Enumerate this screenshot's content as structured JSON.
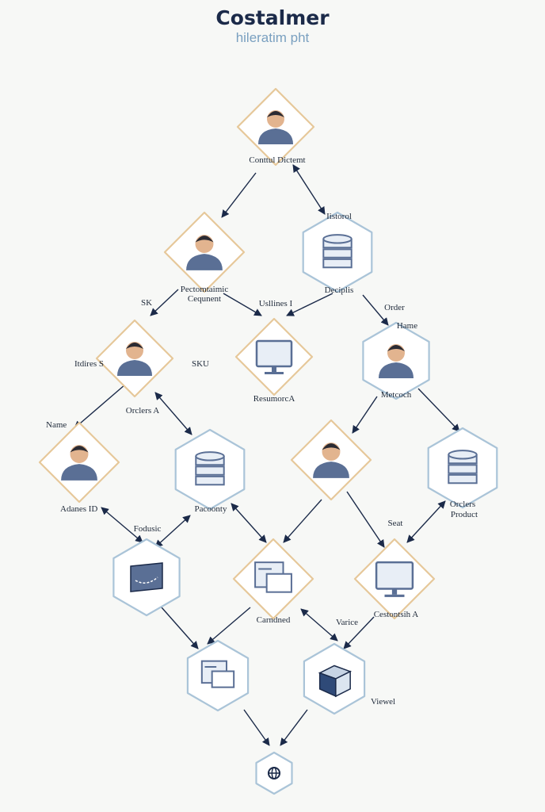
{
  "header": {
    "title": "Costalmer",
    "subtitle": "hileratim pht"
  },
  "colors": {
    "person_border": "#e6c89a",
    "data_border": "#aac4d8",
    "ink": "#1b2a49",
    "icon_blue": "#5a6f95",
    "icon_fill": "#e8eef6"
  },
  "nodes": [
    {
      "id": "n1",
      "kind": "diamond",
      "icon": "person-icon"
    },
    {
      "id": "n2",
      "kind": "diamond",
      "icon": "person-icon"
    },
    {
      "id": "n3",
      "kind": "hexagon",
      "icon": "database-icon"
    },
    {
      "id": "n4",
      "kind": "diamond",
      "icon": "person-icon"
    },
    {
      "id": "n5",
      "kind": "diamond",
      "icon": "monitor-icon"
    },
    {
      "id": "n6",
      "kind": "hexagon",
      "icon": "person-icon"
    },
    {
      "id": "n7",
      "kind": "diamond",
      "icon": "person-icon"
    },
    {
      "id": "n8",
      "kind": "hexagon",
      "icon": "database-icon"
    },
    {
      "id": "n9",
      "kind": "diamond",
      "icon": "person-icon"
    },
    {
      "id": "n10",
      "kind": "hexagon",
      "icon": "database-icon"
    },
    {
      "id": "n11",
      "kind": "hexagon",
      "icon": "tablet-icon"
    },
    {
      "id": "n12",
      "kind": "diamond",
      "icon": "windows-icon"
    },
    {
      "id": "n13",
      "kind": "diamond",
      "icon": "monitor-icon"
    },
    {
      "id": "n14",
      "kind": "hexagon",
      "icon": "windows-icon"
    },
    {
      "id": "n15",
      "kind": "hexagon",
      "icon": "cube-icon"
    },
    {
      "id": "n16",
      "kind": "hexagon",
      "icon": "globe-icon"
    }
  ],
  "labels": [
    {
      "id": "l1",
      "text": "Conttul Dictemt"
    },
    {
      "id": "l2",
      "text": "Iistorol"
    },
    {
      "id": "l3",
      "text": "Pectomtaimic"
    },
    {
      "id": "l4",
      "text": "Cequnent"
    },
    {
      "id": "l5",
      "text": "Deciplis"
    },
    {
      "id": "l6",
      "text": "SK"
    },
    {
      "id": "l7",
      "text": "Usllines I"
    },
    {
      "id": "l8",
      "text": "Order"
    },
    {
      "id": "l9",
      "text": "Hame"
    },
    {
      "id": "l10",
      "text": "Itdires S"
    },
    {
      "id": "l11",
      "text": "SKU"
    },
    {
      "id": "l12",
      "text": "ResumorcA"
    },
    {
      "id": "l13",
      "text": "Metcoch"
    },
    {
      "id": "l14",
      "text": "Orclers A"
    },
    {
      "id": "l15",
      "text": "Name"
    },
    {
      "id": "l16",
      "text": "Adanes ID"
    },
    {
      "id": "l17",
      "text": "Pacoonty"
    },
    {
      "id": "l18",
      "text": "Orclers"
    },
    {
      "id": "l19",
      "text": "Product"
    },
    {
      "id": "l20",
      "text": "Fodusic"
    },
    {
      "id": "l21",
      "text": "Seat"
    },
    {
      "id": "l22",
      "text": "Carndned"
    },
    {
      "id": "l23",
      "text": "Varice"
    },
    {
      "id": "l24",
      "text": "Cestontsih A"
    },
    {
      "id": "l25",
      "text": "Viewel"
    }
  ],
  "edges": [
    {
      "from": "n1",
      "to": "n2",
      "bidirectional": false
    },
    {
      "from": "n1",
      "to": "n3",
      "bidirectional": true
    },
    {
      "from": "n2",
      "to": "n4",
      "bidirectional": false
    },
    {
      "from": "n2",
      "to": "n5",
      "bidirectional": false
    },
    {
      "from": "n3",
      "to": "n5",
      "bidirectional": false
    },
    {
      "from": "n3",
      "to": "n6",
      "bidirectional": false
    },
    {
      "from": "n4",
      "to": "n7",
      "bidirectional": false
    },
    {
      "from": "n4",
      "to": "n8",
      "bidirectional": true
    },
    {
      "from": "n6",
      "to": "n9",
      "bidirectional": false
    },
    {
      "from": "n6",
      "to": "n10",
      "bidirectional": false
    },
    {
      "from": "n7",
      "to": "n11",
      "bidirectional": true
    },
    {
      "from": "n8",
      "to": "n11",
      "bidirectional": true
    },
    {
      "from": "n8",
      "to": "n12",
      "bidirectional": true
    },
    {
      "from": "n9",
      "to": "n12",
      "bidirectional": false
    },
    {
      "from": "n9",
      "to": "n13",
      "bidirectional": false
    },
    {
      "from": "n10",
      "to": "n13",
      "bidirectional": true
    },
    {
      "from": "n11",
      "to": "n14",
      "bidirectional": false
    },
    {
      "from": "n12",
      "to": "n14",
      "bidirectional": false
    },
    {
      "from": "n12",
      "to": "n15",
      "bidirectional": true
    },
    {
      "from": "n13",
      "to": "n15",
      "bidirectional": false
    },
    {
      "from": "n14",
      "to": "n16",
      "bidirectional": false
    },
    {
      "from": "n15",
      "to": "n16",
      "bidirectional": false
    }
  ]
}
